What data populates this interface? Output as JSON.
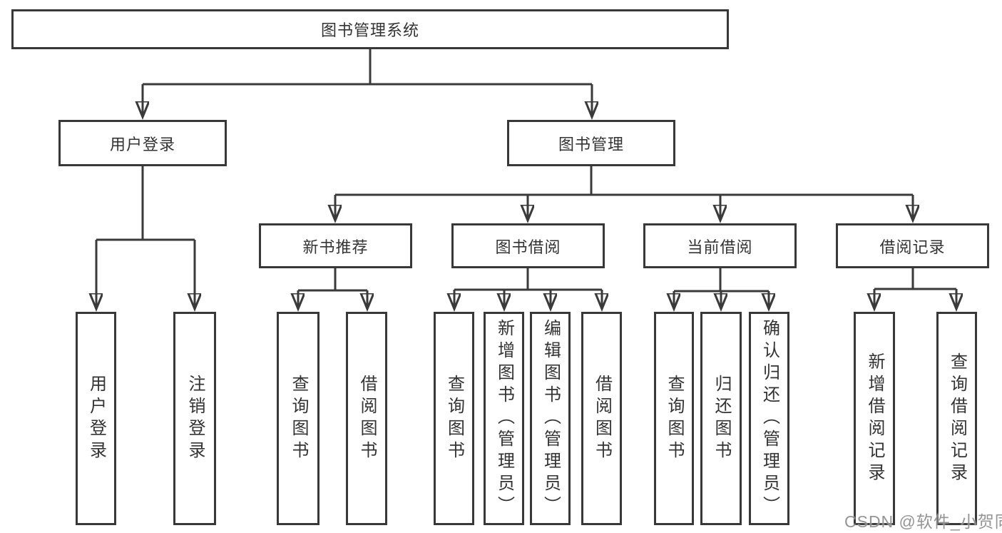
{
  "tree": {
    "root": "图书管理系统",
    "branches": [
      {
        "label": "用户登录",
        "children": [
          "用户登录",
          "注销登录"
        ]
      },
      {
        "label": "图书管理",
        "groups": [
          {
            "label": "新书推荐",
            "children": [
              "查询图书",
              "借阅图书"
            ]
          },
          {
            "label": "图书借阅",
            "children": [
              "查询图书",
              "新增图书（管理员）",
              "编辑图书（管理员）",
              "借阅图书"
            ]
          },
          {
            "label": "当前借阅",
            "children": [
              "查询图书",
              "归还图书",
              "确认归还（管理员）"
            ]
          },
          {
            "label": "借阅记录",
            "children": [
              "新增借阅记录",
              "查询借阅记录"
            ]
          }
        ]
      }
    ]
  },
  "watermark": "CSDN @软件_小贺同学",
  "colors": {
    "line": "#3a3a3a",
    "text": "#333333",
    "background": "#ffffff",
    "watermark": "#868686"
  }
}
